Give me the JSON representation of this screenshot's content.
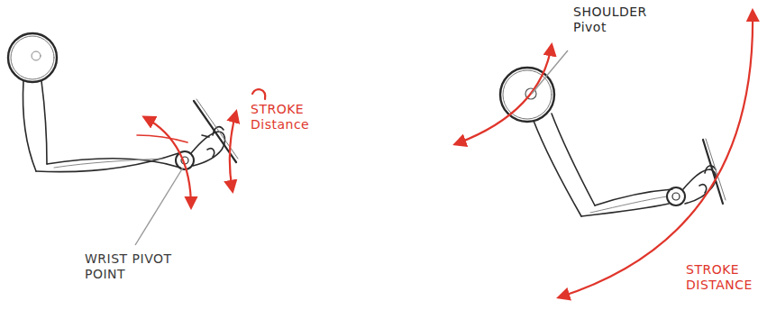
{
  "diagram": {
    "labels": [
      "STROKE Distance",
      "WRIST PIVOT POINT",
      "SHOULDER Pivot",
      "STROKE DISTANCE"
    ]
  }
}
